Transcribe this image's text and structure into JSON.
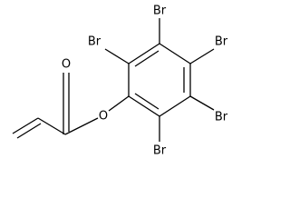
{
  "molecule": {
    "atom_labels": {
      "br_top": "Br",
      "br_upper_left": "Br",
      "br_upper_right": "Br",
      "br_lower_right": "Br",
      "br_bottom": "Br",
      "ester_oxygen": "O",
      "carbonyl_oxygen": "O"
    }
  }
}
